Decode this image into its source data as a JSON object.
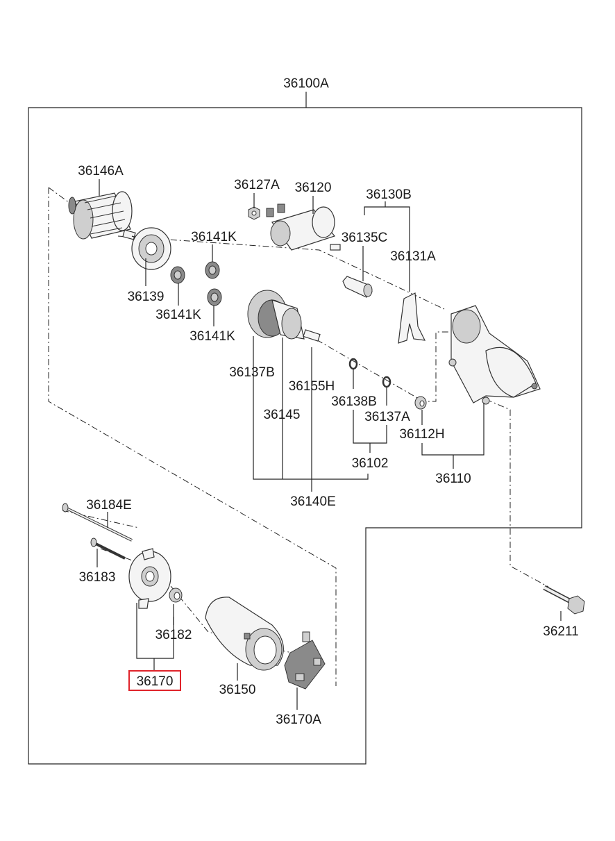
{
  "labels": {
    "assy": "36100A",
    "armature": "36146A",
    "nut": "36127A",
    "solenoid": "36120",
    "lever_set": "36130B",
    "plunger": "36135C",
    "lever": "36131A",
    "holder": "36139",
    "gear_1": "36141K",
    "gear_2": "36141K",
    "gear_3": "36141K",
    "clutch": "36137B",
    "shaft": "36155H",
    "ring_b": "36138B",
    "ring_a": "36137A",
    "bushing": "36112H",
    "pinion": "36145",
    "ring_set": "36102",
    "housing": "36110",
    "clutch_assy": "36140E",
    "through_bolt": "36184E",
    "screw": "36183",
    "bearing": "36182",
    "end_frame": "36170",
    "yoke": "36150",
    "brush_holder": "36170A",
    "mount_bolt": "36211"
  },
  "highlight_color": "#e0242b"
}
